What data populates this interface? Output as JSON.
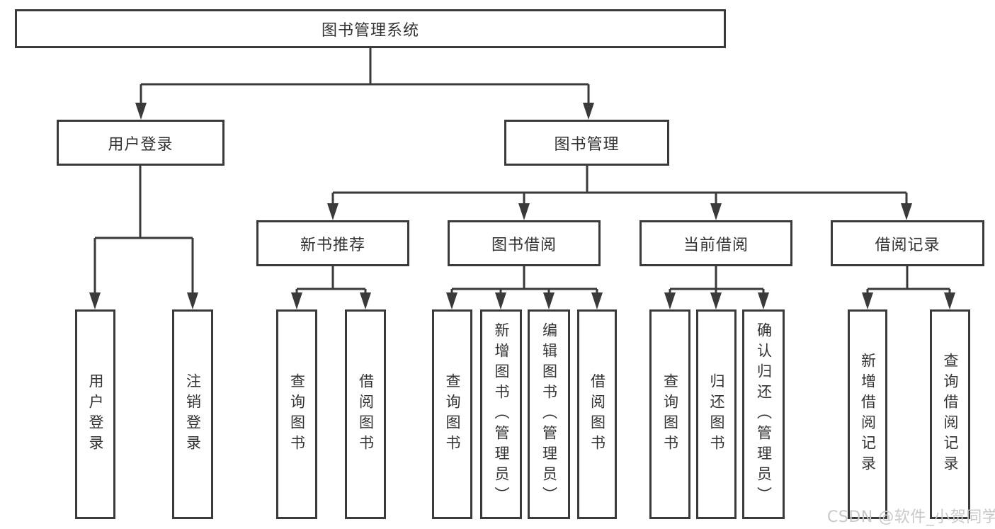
{
  "diagram": {
    "root": "图书管理系统",
    "user_login": {
      "label": "用户登录",
      "children": [
        "用户登录",
        "注销登录"
      ]
    },
    "book_management": {
      "label": "图书管理",
      "sections": [
        {
          "label": "新书推荐",
          "children": [
            "查询图书",
            "借阅图书"
          ]
        },
        {
          "label": "图书借阅",
          "children": [
            "查询图书",
            "新增图书（管理员）",
            "编辑图书（管理员）",
            "借阅图书"
          ]
        },
        {
          "label": "当前借阅",
          "children": [
            "查询图书",
            "归还图书",
            "确认归还（管理员）"
          ]
        },
        {
          "label": "借阅记录",
          "children": [
            "新增借阅记录",
            "查询借阅记录"
          ]
        }
      ]
    }
  },
  "watermark": "CSDN @软件_小贺同学",
  "colors": {
    "line": "#3a3a3a",
    "text": "#333336",
    "watermark": "#c8c8c8",
    "background": "#ffffff"
  }
}
